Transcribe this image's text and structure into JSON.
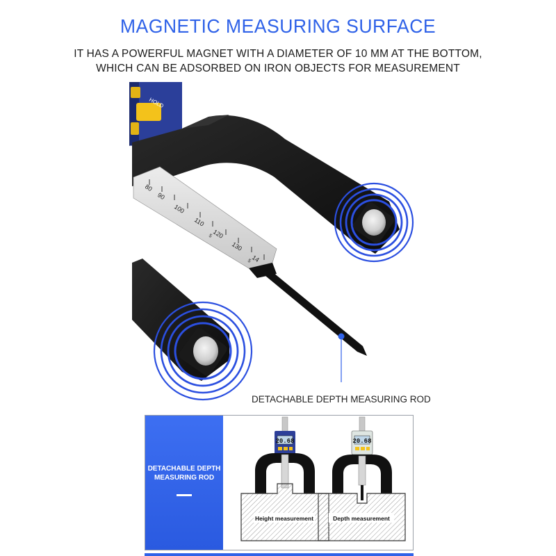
{
  "header": {
    "title": "MAGNETIC MEASURING SURFACE",
    "line1": "IT HAS A POWERFUL MAGNET WITH A DIAMETER OF 10 MM AT THE BOTTOM,",
    "line2": "WHICH CAN BE ADSORBED ON IRON OBJECTS FOR MEASUREMENT"
  },
  "gauge": {
    "button_label": "HOLD",
    "scale_numbers": [
      "80",
      "90",
      "100",
      "110",
      "120",
      "130",
      "14"
    ],
    "scale_small": [
      "5",
      "5"
    ]
  },
  "rod_label": "DETACHABLE DEPTH MEASURING ROD",
  "panel": {
    "side_label": "DETACHABLE DEPTH MEASURING ROD",
    "left_caption": "Height measurement",
    "right_caption": "Depth measurement",
    "display_value": "20.68"
  },
  "colors": {
    "accent": "#2f62e8",
    "body": "#141414",
    "magnet_ring": "#2b4fe0"
  }
}
